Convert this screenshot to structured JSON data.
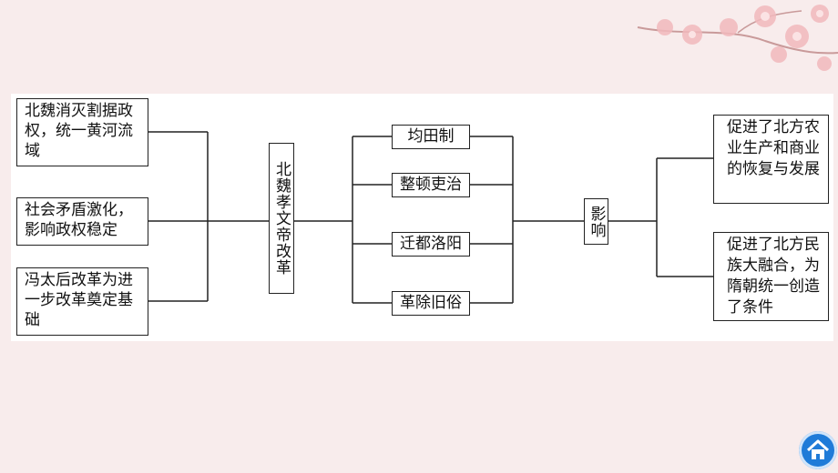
{
  "center": {
    "label": "北魏孝文帝改革"
  },
  "causes": [
    {
      "text": "北魏消灭割据政权，统一黄河流域"
    },
    {
      "text": "社会矛盾激化，影响政权稳定"
    },
    {
      "text": "冯太后改革为进一步改革奠定基础"
    }
  ],
  "measures": [
    {
      "text": "均田制"
    },
    {
      "text": "整顿吏治"
    },
    {
      "text": "迁都洛阳"
    },
    {
      "text": "革除旧俗"
    }
  ],
  "influence": {
    "label": "影响"
  },
  "effects": [
    {
      "text": "促进了北方农业生产和商业的恢复与发展"
    },
    {
      "text": "促进了北方民族大融合，为隋朝统一创造了条件"
    }
  ],
  "colors": {
    "background": "#f8ecec",
    "blossom": "#f2b9bd",
    "home_button": "#1f7bd8"
  },
  "icons": {
    "home": "home-icon",
    "decoration": "blossom-decoration"
  }
}
